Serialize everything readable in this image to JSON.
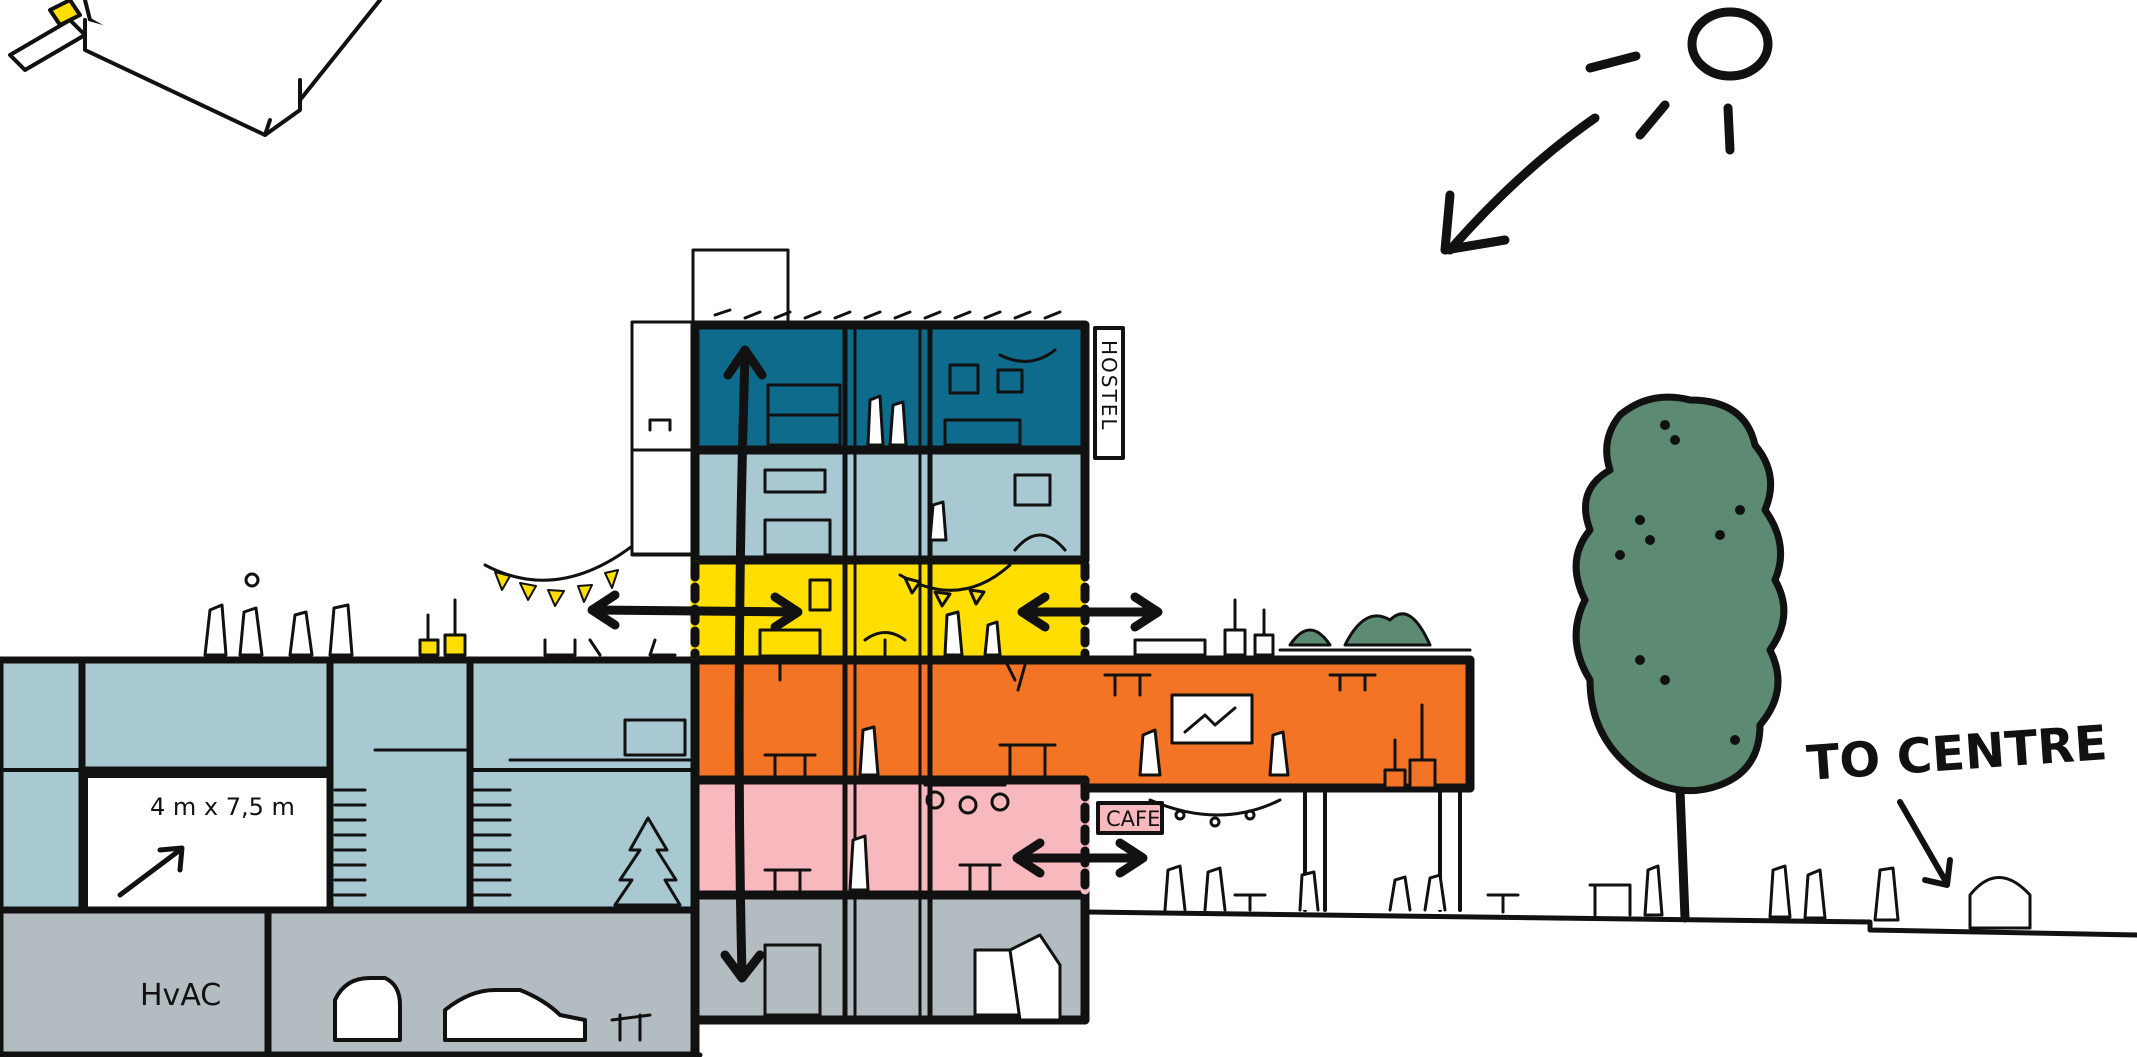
{
  "labels": {
    "hostel_sign": "HOSTEL",
    "cafe_sign": "CAFE",
    "room_size": "4 m x 7,5 m",
    "hvac": "HvAC",
    "to_centre": "TO CENTRE"
  },
  "colors": {
    "hostel": "#0e6b8c",
    "hostel_light": "#a8c8d2",
    "event": "#ffde00",
    "office": "#f47425",
    "cafe": "#f7b8be",
    "parking": "#b3bcc0",
    "side_block": "#a8c8d2",
    "tree": "#5d8a72",
    "outline": "#111111"
  },
  "icons": [
    "sun-icon",
    "sun-direction-arrow-icon",
    "vertical-circulation-arrow-icon",
    "horizontal-flow-arrow-icon",
    "tree-icon",
    "car-icon",
    "person-icon",
    "plant-icon",
    "bunting-icon"
  ]
}
